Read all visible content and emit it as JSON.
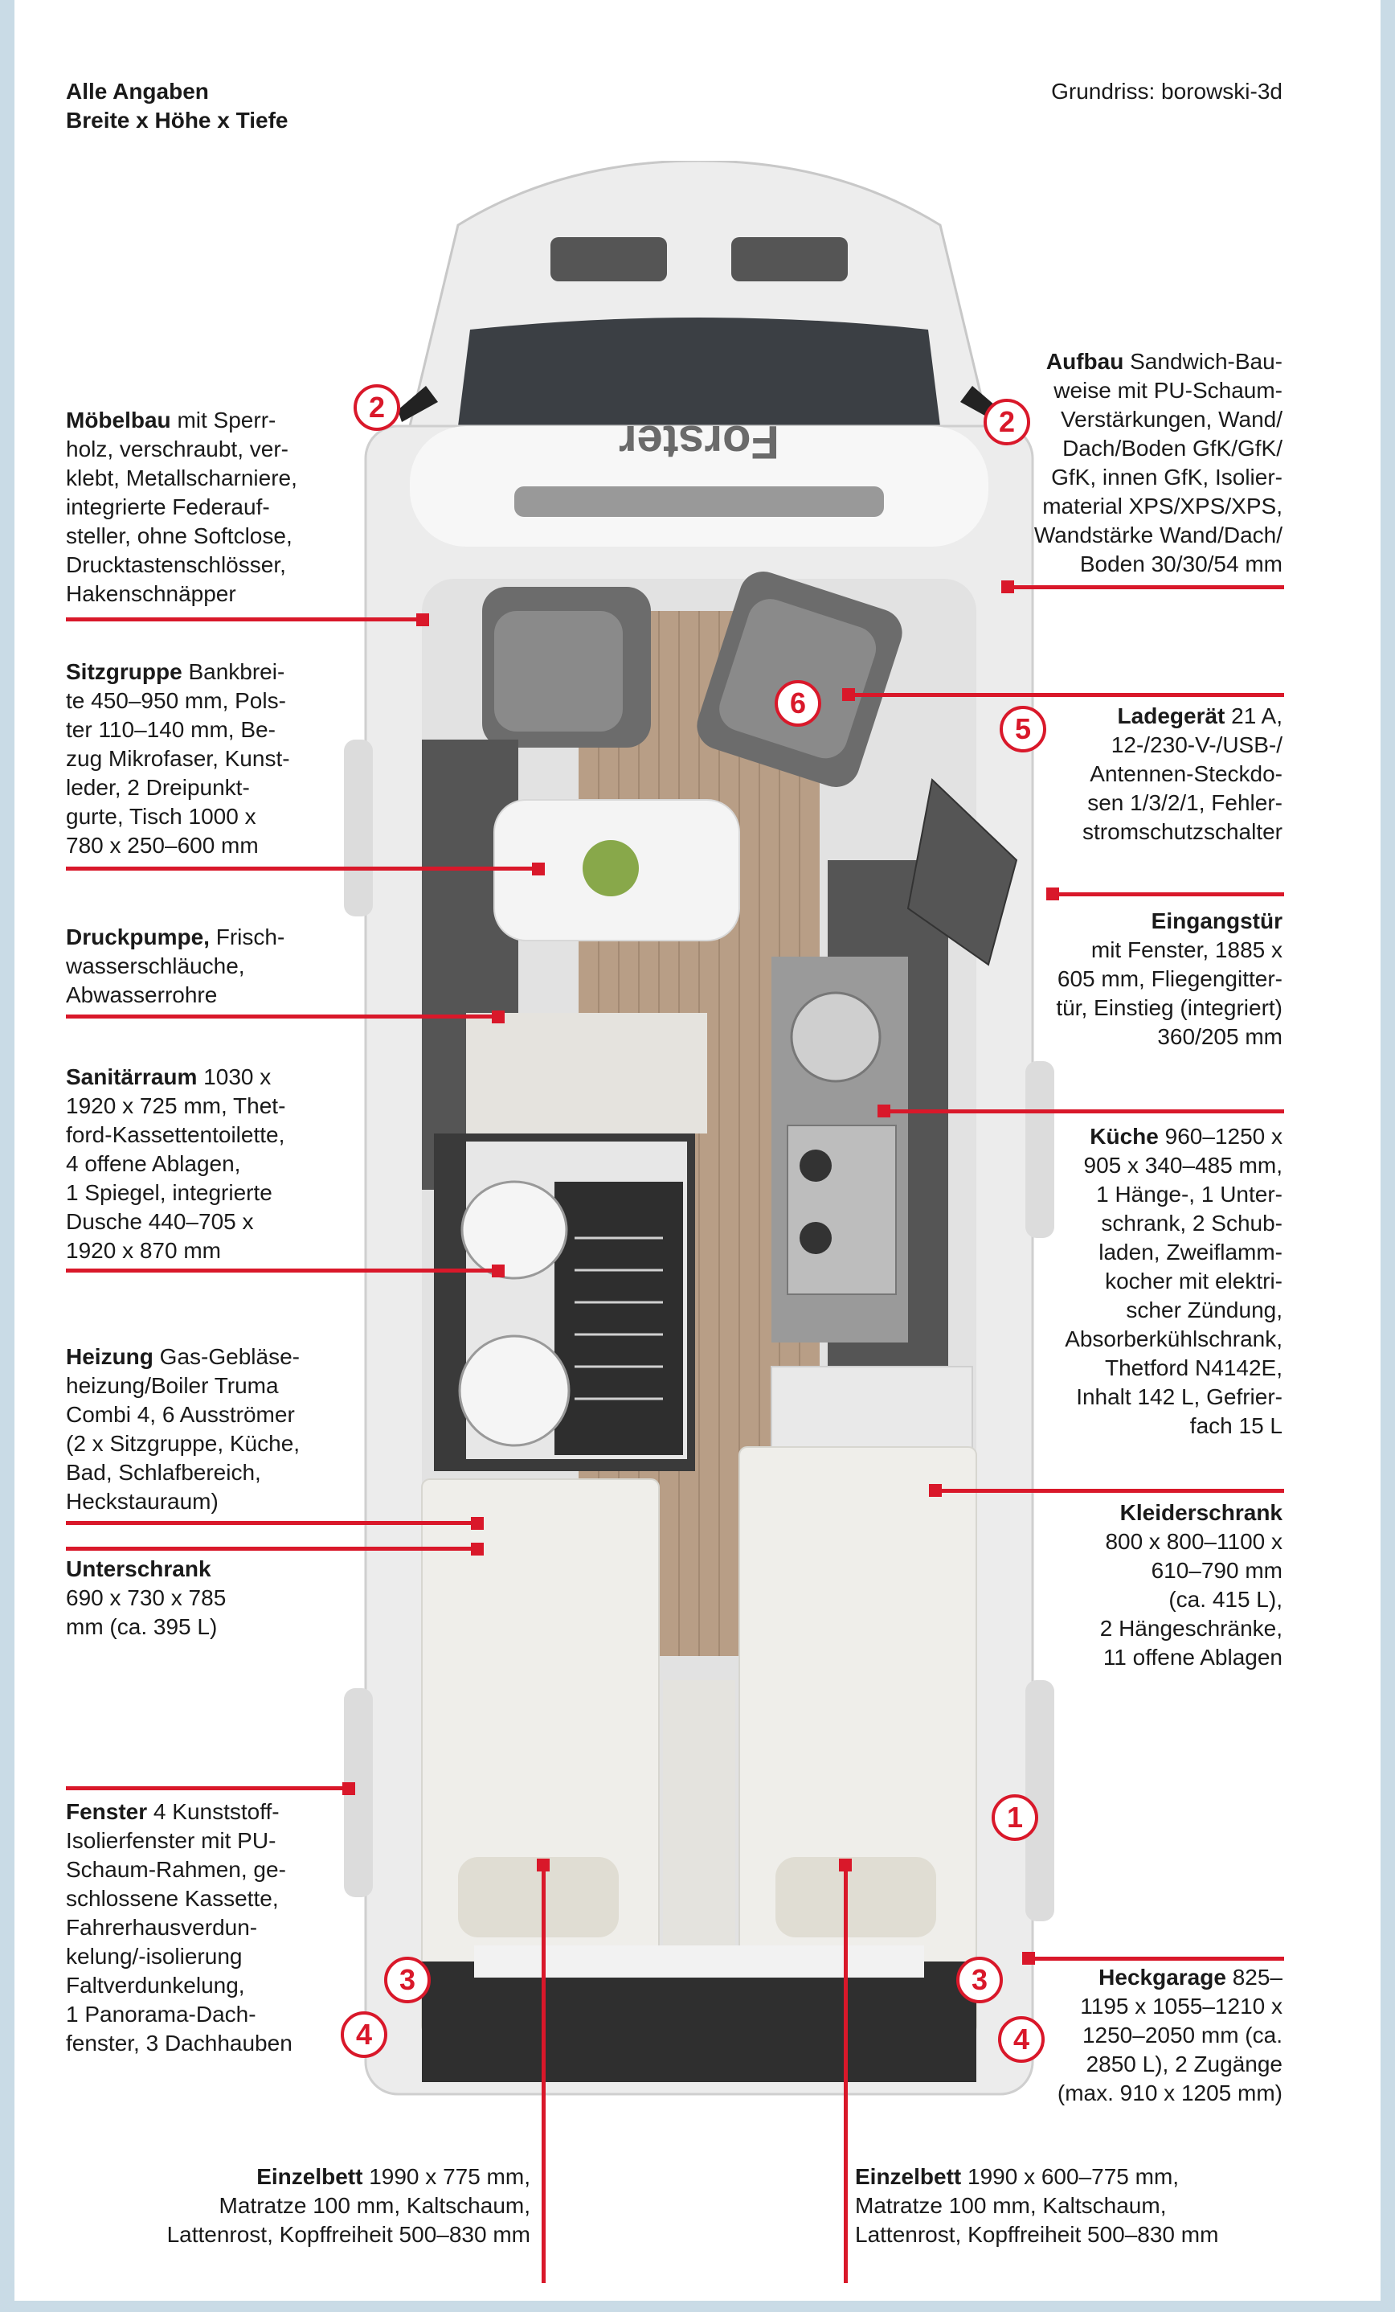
{
  "header": {
    "left_line1": "Alle Angaben",
    "left_line2": "Breite x Höhe x Tiefe",
    "credit": "Grundriss: borowski-3d"
  },
  "vehicle_brand": "Forster",
  "left_specs": [
    {
      "title": "Möbelbau",
      "lines": [
        " mit Sperr-",
        "holz, verschraubt, ver-",
        "klebt, Metallscharniere,",
        "integrierte Federauf-",
        "steller, ohne Softclose,",
        "Drucktastenschlösser,",
        "Hakenschnäpper"
      ]
    },
    {
      "title": "Sitzgruppe",
      "lines": [
        " Bankbrei-",
        "te 450–950 mm, Pols-",
        "ter 110–140 mm, Be-",
        "zug Mikrofaser, Kunst-",
        "leder, 2 Dreipunkt-",
        "gurte, Tisch 1000 x",
        "780 x 250–600 mm"
      ]
    },
    {
      "title": "Druckpumpe,",
      "lines": [
        " Frisch-",
        "wasserschläuche,",
        "Abwasserrohre"
      ]
    },
    {
      "title": "Sanitärraum",
      "lines": [
        " 1030 x",
        "1920 x 725 mm, Thet-",
        "ford-Kassettentoilette,",
        "4 offene Ablagen,",
        "1 Spiegel, integrierte",
        "Dusche 440–705 x",
        "1920 x 870 mm"
      ]
    },
    {
      "title": "Heizung",
      "lines": [
        " Gas-Gebläse-",
        "heizung/Boiler Truma",
        "Combi 4, 6 Ausströmer",
        "(2 x Sitzgruppe, Küche,",
        "Bad, Schlafbereich,",
        "Heckstauraum)"
      ]
    },
    {
      "title": "Unterschrank",
      "lines": [
        "",
        "690 x 730 x 785",
        "mm (ca. 395 L)"
      ]
    },
    {
      "title": "Fenster",
      "lines": [
        " 4 Kunststoff-",
        "Isolierfenster mit PU-",
        "Schaum-Rahmen, ge-",
        "schlossene Kassette,",
        "Fahrerhausverdun-",
        "kelung/-isolierung",
        "Faltverdunkelung,",
        "1 Panorama-Dach-",
        "fenster, 3 Dachhauben"
      ]
    }
  ],
  "right_specs": [
    {
      "title": "Aufbau",
      "lines": [
        " Sandwich-Bau-",
        "weise mit PU-Schaum-",
        "Verstärkungen, Wand/",
        "Dach/Boden GfK/GfK/",
        "GfK, innen GfK, Isolier-",
        "material XPS/XPS/XPS,",
        "Wandstärke Wand/Dach/",
        "Boden 30/30/54 mm"
      ]
    },
    {
      "title": "Ladegerät",
      "lines": [
        " 21 A,",
        "12-/230-V-/USB-/",
        "Antennen-Steckdo-",
        "sen 1/3/2/1, Fehler-",
        "stromschutzschalter"
      ]
    },
    {
      "title": "Eingangstür",
      "lines": [
        "",
        "mit Fenster, 1885 x",
        "605 mm, Fliegengitter-",
        "tür, Einstieg (integriert)",
        "360/205 mm"
      ]
    },
    {
      "title": "Küche",
      "lines": [
        " 960–1250 x",
        "905 x 340–485 mm,",
        "1 Hänge-, 1 Unter-",
        "schrank, 2 Schub-",
        "laden, Zweiflamm-",
        "kocher mit elektri-",
        "scher Zündung,",
        "Absorberkühlschrank,",
        "Thetford N4142E,",
        "Inhalt 142 L, Gefrier-",
        "fach 15 L"
      ]
    },
    {
      "title": "Kleiderschrank",
      "lines": [
        "",
        "800 x 800–1100 x",
        "610–790 mm",
        "(ca. 415 L),",
        "2 Hängeschränke,",
        "11 offene Ablagen"
      ]
    },
    {
      "title": "Heckgarage",
      "lines": [
        " 825–",
        "1195 x 1055–1210 x",
        "1250–2050 mm (ca.",
        "2850 L), 2 Zugänge",
        "(max. 910 x 1205 mm)"
      ]
    }
  ],
  "bottom_specs": [
    {
      "title": "Einzelbett",
      "lines": [
        " 1990 x 775 mm,",
        "Matratze 100 mm, Kaltschaum,",
        "Lattenrost, Kopffreiheit 500–830 mm"
      ]
    },
    {
      "title": "Einzelbett",
      "lines": [
        " 1990 x 600–775 mm,",
        "Matratze 100 mm, Kaltschaum,",
        "Lattenrost, Kopffreiheit 500–830 mm"
      ]
    }
  ],
  "callout_numbers": [
    "2",
    "2",
    "6",
    "5",
    "1",
    "3",
    "3",
    "4",
    "4"
  ],
  "colors": {
    "accent_red": "#d9182a",
    "frame_blue": "#c9dbe6",
    "floor_wood": "#b89e86",
    "furniture_grey": "#4a4a4a"
  }
}
